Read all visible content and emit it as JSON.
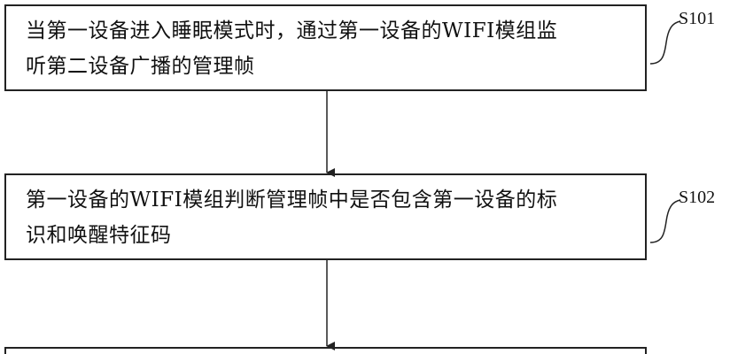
{
  "steps": [
    {
      "id": "S101",
      "line1": "当第一设备进入睡眠模式时，通过第一设备的WIFI模组监",
      "line2": "听第二设备广播的管理帧"
    },
    {
      "id": "S102",
      "line1": "第一设备的WIFI模组判断管理帧中是否包含第一设备的标",
      "line2": "识和唤醒特征码"
    }
  ],
  "colors": {
    "border": "#222222",
    "text": "#111111",
    "background": "#ffffff"
  }
}
